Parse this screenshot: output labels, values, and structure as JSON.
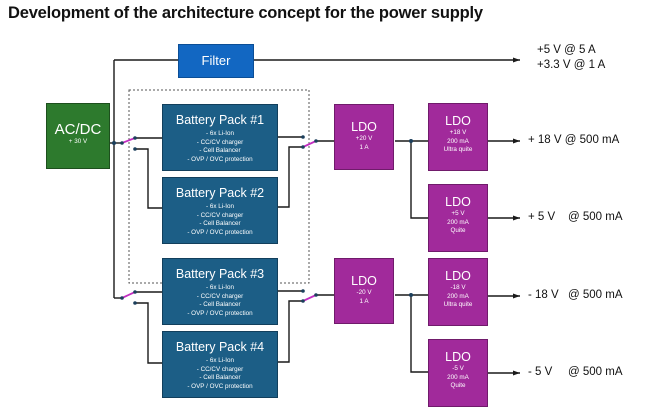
{
  "title": "Development of the architecture concept for the power supply",
  "colors": {
    "acdc": "#2d7a2d",
    "filter": "#1267c2",
    "battery": "#1c5e86",
    "ldo": "#a12a9b",
    "switch": "#c22fc2",
    "wire": "#1a1a1a"
  },
  "acdc": {
    "label": "AC/DC",
    "voltage": "+ 30 V"
  },
  "filter": {
    "label": "Filter"
  },
  "filter_outputs": [
    "+5 V @ 5 A",
    "+3.3 V @ 1 A"
  ],
  "battery_packs": [
    {
      "label": "Battery Pack #1",
      "specs": [
        "-    6x Li-Ion",
        "-    CC/CV charger",
        "- Cell Balancer",
        "- OVP / OVC protection"
      ]
    },
    {
      "label": "Battery Pack #2",
      "specs": [
        "-    6x Li-Ion",
        "-    CC/CV charger",
        "- Cell Balancer",
        "- OVP / OVC protection"
      ]
    },
    {
      "label": "Battery Pack #3",
      "specs": [
        "-    6x Li-Ion",
        "-    CC/CV charger",
        "- Cell Balancer",
        "- OVP / OVC protection"
      ]
    },
    {
      "label": "Battery Pack #4",
      "specs": [
        "-    6x Li-Ion",
        "-    CC/CV charger",
        "- Cell Balancer",
        "- OVP / OVC protection"
      ]
    }
  ],
  "ldo_primary": [
    {
      "label": "LDO",
      "voltage": "+20 V",
      "current": "1 A"
    },
    {
      "label": "LDO",
      "voltage": "-20 V",
      "current": "1 A"
    }
  ],
  "ldo_secondary": [
    {
      "label": "LDO",
      "voltage": "+18 V",
      "current": "200 mA",
      "note": "Ultra quite"
    },
    {
      "label": "LDO",
      "voltage": "+5 V",
      "current": "200 mA",
      "note": "Quite"
    },
    {
      "label": "LDO",
      "voltage": "-18 V",
      "current": "200 mA",
      "note": "Ultra quite"
    },
    {
      "label": "LDO",
      "voltage": "-5 V",
      "current": "200 mA",
      "note": "Quite"
    }
  ],
  "outputs": [
    {
      "voltage": "+ 18 V",
      "current": "@ 500 mA"
    },
    {
      "voltage": "+ 5 V",
      "current": "@ 500 mA"
    },
    {
      "voltage": "- 18 V",
      "current": "@ 500 mA"
    },
    {
      "voltage": "- 5 V",
      "current": "@ 500 mA"
    }
  ]
}
